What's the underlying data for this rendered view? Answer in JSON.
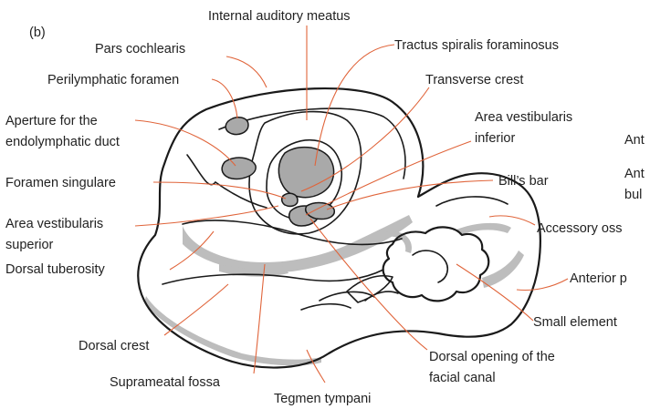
{
  "figure": {
    "panel_label": "(b)",
    "labels": {
      "internal_auditory_meatus": "Internal auditory meatus",
      "pars_cochlearis": "Pars cochlearis",
      "tractus_spiralis_foraminosus": "Tractus spiralis foraminosus",
      "perilymphatic_foramen": "Perilymphatic foramen",
      "transverse_crest": "Transverse crest",
      "aperture_line1": "Aperture for the",
      "aperture_line2": "endolymphatic duct",
      "area_vestibularis_inferior_line1": "Area vestibularis",
      "area_vestibularis_inferior_line2": "inferior",
      "foramen_singulare": "Foramen singulare",
      "bills_bar": "Bill’s bar",
      "area_vestibularis_superior_line1": "Area vestibularis",
      "area_vestibularis_superior_line2": "superior",
      "ant_1": "Ant",
      "ant_2": "Ant",
      "bul": "bul",
      "accessory_oss": "Accessory oss",
      "anterior_p": "Anterior p",
      "dorsal_tuberosity": "Dorsal tuberosity",
      "small_element": "Small element",
      "dorsal_crest": "Dorsal crest",
      "dorsal_opening_line1": "Dorsal opening of the",
      "dorsal_opening_line2": "facial canal",
      "suprameatal_fossa": "Suprameatal fossa",
      "tegmen_tympani": "Tegmen tympani"
    },
    "colors": {
      "leader_line": "#e0643a",
      "outline": "#1a1a1a",
      "shading": "#bdbdbd"
    }
  }
}
